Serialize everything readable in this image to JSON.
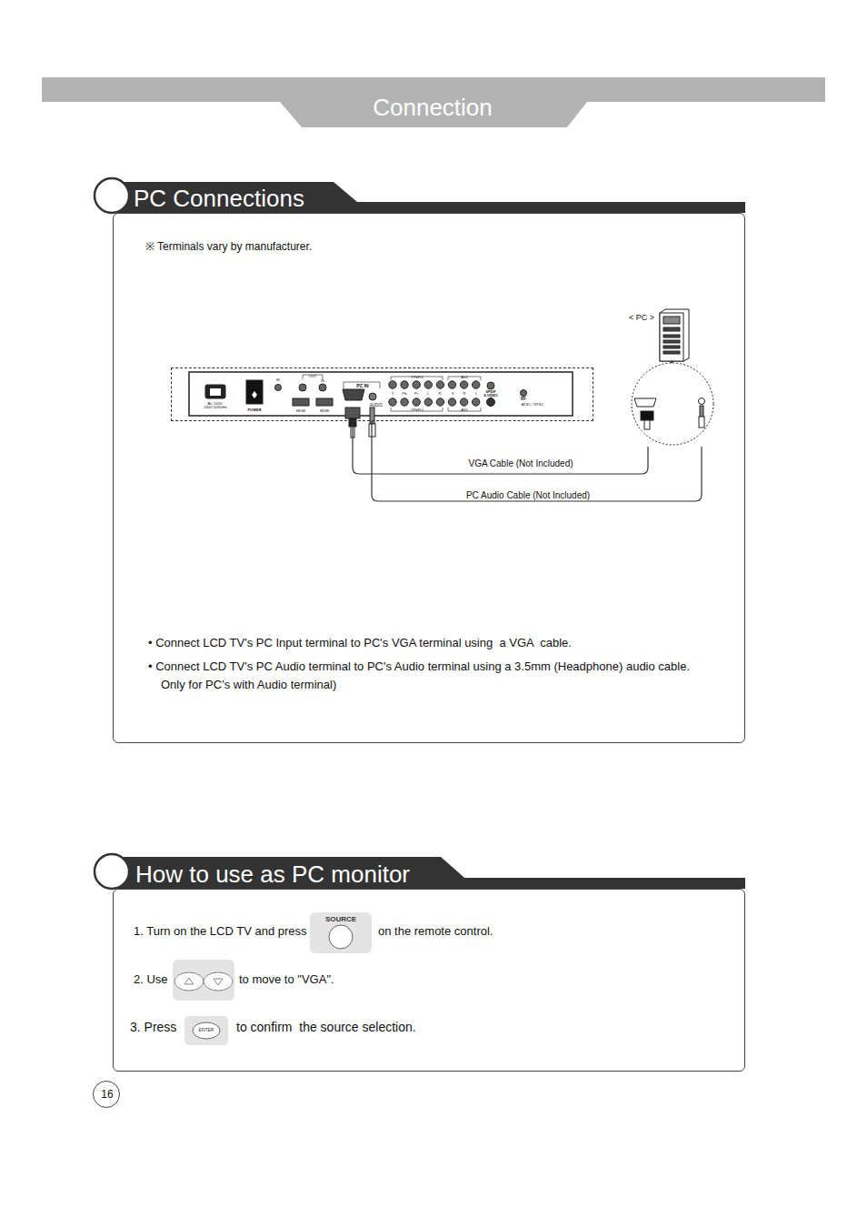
{
  "diagram": {
    "title": "Connection",
    "nodes": [
      {
        "text": [
          "PC Connections"
        ]
      },
      {
        "text": [
          "PC IN",
          "AUDIO"
        ],
        "in": 0
      },
      {
        "text": [
          "< PC >"
        ],
        "in": 0
      },
      {
        "text": [
          "How to use as PC monitor"
        ]
      },
      {
        "text": [
          "SOURCE"
        ],
        "in": 3
      },
      {
        "text": [
          "ENTER"
        ],
        "in": 3
      },
      {
        "text": [
          "16"
        ]
      }
    ],
    "edges": [
      {
        "from": 1,
        "to": 2,
        "arrow": "none",
        "label": "VGA Cable (Not Included)"
      },
      {
        "from": 1,
        "to": 2,
        "arrow": "none",
        "label": "PC Audio Cable (Not Included)"
      }
    ],
    "labels": [
      "※ Terminals vary by manufacturer.",
      "AC 100V-240V 50/60Hz",
      "POWER",
      "IR",
      "OUT",
      "IN",
      "HDMI",
      "HDMI",
      "YPbPr2",
      "AV2",
      "Y",
      "Pb",
      "Pr",
      "L",
      "R",
      "V",
      "R",
      "L",
      "SPDIF",
      "S-VIDEO",
      "YPbPr1",
      "AV1",
      "RF",
      "ATSC / NTSC",
      "• Connect LCD TV's PC Input terminal to PC's VGA terminal using  a VGA  cable.",
      "• Connect LCD TV's PC Audio terminal to PC's Audio terminal using a 3.5mm (Headphone) audio cable.",
      "Only for PC's with Audio terminal)",
      "1. Turn on the LCD TV and press",
      "on the remote control.",
      "2. Use",
      "to move to \"VGA\".",
      "3. Press",
      "to confirm  the source selection."
    ]
  }
}
